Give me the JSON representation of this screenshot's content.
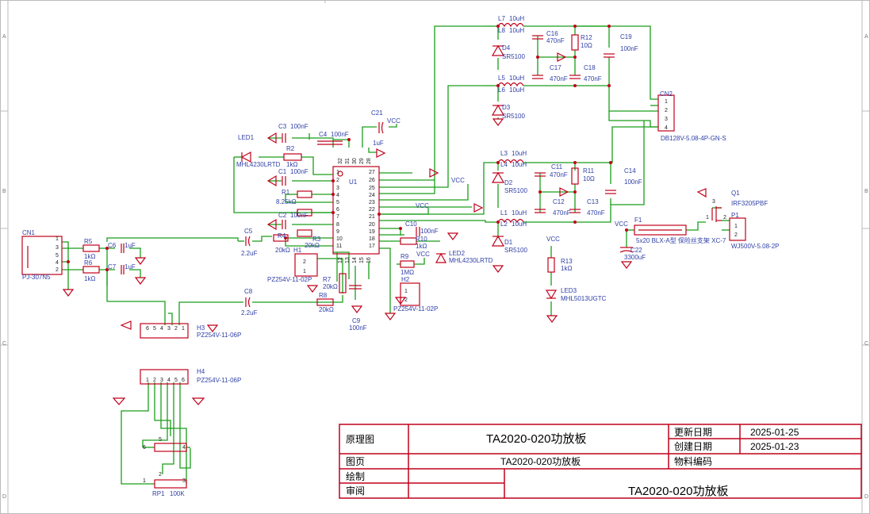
{
  "sheet": {
    "row_markers": [
      "A",
      "B",
      "C",
      "D"
    ],
    "wire_color": "#1a9e1a",
    "part_color": "#c0001a",
    "label_color": "#2f3fa6"
  },
  "title_block": {
    "schematic_label": "原理图",
    "schematic_value": "TA2020-020功放板",
    "update_date_label": "更新日期",
    "update_date_value": "2025-01-25",
    "create_date_label": "创建日期",
    "create_date_value": "2025-01-23",
    "page_label": "图页",
    "page_value": "TA2020-020功放板",
    "material_label": "物料编码",
    "draw_label": "绘制",
    "review_label": "审阅",
    "big_title": "TA2020-020功放板"
  },
  "components": {
    "cn1": {
      "ref": "CN1",
      "value": "PJ-307N5",
      "pins": [
        "1",
        "3",
        "5",
        "4",
        "2"
      ]
    },
    "r5": {
      "ref": "R5",
      "value": "1kΩ"
    },
    "r6": {
      "ref": "R6",
      "value": "1kΩ"
    },
    "c6": {
      "ref": "C6",
      "value": "1uF"
    },
    "c7": {
      "ref": "C7",
      "value": "1uF"
    },
    "c5": {
      "ref": "C5",
      "value": "2.2uF"
    },
    "c8": {
      "ref": "C8",
      "value": "2.2uF"
    },
    "h3": {
      "ref": "H3",
      "value": "PZ254V-11-06P",
      "pins": [
        "6",
        "5",
        "4",
        "3",
        "2",
        "1"
      ]
    },
    "h4": {
      "ref": "H4",
      "value": "PZ254V-11-06P",
      "pins": [
        "1",
        "2",
        "3",
        "4",
        "5",
        "6"
      ]
    },
    "rp1": {
      "ref": "RP1",
      "value": "100K",
      "pins": [
        "5",
        "6",
        "4",
        "1",
        "2",
        "3"
      ]
    },
    "led1": {
      "ref": "LED1",
      "value": "MHL4230LRTD"
    },
    "r2": {
      "ref": "R2",
      "value": "1kΩ"
    },
    "c3": {
      "ref": "C3",
      "value": "100nF"
    },
    "c4": {
      "ref": "C4",
      "value": "100nF"
    },
    "c1": {
      "ref": "C1",
      "value": "100nF"
    },
    "r1": {
      "ref": "R1",
      "value": "8.25kΩ"
    },
    "c2": {
      "ref": "C2",
      "value": "100nF"
    },
    "r4": {
      "ref": "R4",
      "value": "20kΩ"
    },
    "r3": {
      "ref": "R3",
      "value": "20kΩ"
    },
    "h1": {
      "ref": "H1",
      "value": "PZ254V-11-02P",
      "pins": [
        "2",
        "1"
      ]
    },
    "r7": {
      "ref": "R7",
      "value": "20kΩ"
    },
    "r8": {
      "ref": "R8",
      "value": "20kΩ"
    },
    "c9": {
      "ref": "C9",
      "value": "100nF"
    },
    "c21": {
      "ref": "C21",
      "value": "1uF"
    },
    "u1": {
      "ref": "U1",
      "left_pins": [
        "1",
        "2",
        "3",
        "4",
        "5",
        "6",
        "7",
        "8",
        "9",
        "10",
        "11"
      ],
      "right_pins": [
        "27",
        "26",
        "25",
        "24",
        "23",
        "22",
        "21",
        "20",
        "19",
        "18",
        "17"
      ],
      "top_pins": [
        "32",
        "31",
        "30",
        "29",
        "28"
      ],
      "bottom_pins": [
        "12",
        "13",
        "14",
        "15",
        "16"
      ]
    },
    "c10": {
      "ref": "C10",
      "value": "100nF"
    },
    "r10": {
      "ref": "R10",
      "value": "1kΩ"
    },
    "led2": {
      "ref": "LED2",
      "value": "MHL4230LRTD"
    },
    "r9": {
      "ref": "R9",
      "value": "1MΩ"
    },
    "h2": {
      "ref": "H2",
      "value": "PZ254V-11-02P",
      "pins": [
        "1",
        "2"
      ]
    },
    "l7": {
      "ref": "L7",
      "value": "10uH"
    },
    "l8": {
      "ref": "L8",
      "value": "10uH"
    },
    "d4": {
      "ref": "D4",
      "value": "SR5100"
    },
    "c16": {
      "ref": "C16",
      "value": "470nF"
    },
    "r12": {
      "ref": "R12",
      "value": "10Ω"
    },
    "c19": {
      "ref": "C19",
      "value": "100nF"
    },
    "c17": {
      "ref": "C17",
      "value": "470nF"
    },
    "c18": {
      "ref": "C18",
      "value": "470nF"
    },
    "l5": {
      "ref": "L5",
      "value": "10uH"
    },
    "l6": {
      "ref": "L6",
      "value": "10uH"
    },
    "d3": {
      "ref": "D3",
      "value": "SR5100"
    },
    "cn2": {
      "ref": "CN2",
      "value": "DB128V-5.08-4P-GN-S",
      "pins": [
        "1",
        "2",
        "3",
        "4"
      ]
    },
    "l3": {
      "ref": "L3",
      "value": "10uH"
    },
    "l4": {
      "ref": "L4",
      "value": "10uH"
    },
    "d2": {
      "ref": "D2",
      "value": "SR5100"
    },
    "c11": {
      "ref": "C11",
      "value": "470nF"
    },
    "r11": {
      "ref": "R11",
      "value": "10Ω"
    },
    "c14": {
      "ref": "C14",
      "value": "100nF"
    },
    "c12": {
      "ref": "C12",
      "value": "470nF"
    },
    "c13": {
      "ref": "C13",
      "value": "470nF"
    },
    "l1": {
      "ref": "L1",
      "value": "10uH"
    },
    "l2": {
      "ref": "L2",
      "value": "10uH"
    },
    "d1": {
      "ref": "D1",
      "value": "SR5100"
    },
    "r13": {
      "ref": "R13",
      "value": "1kΩ"
    },
    "led3": {
      "ref": "LED3",
      "value": "MHL5013UGTC"
    },
    "q1": {
      "ref": "Q1",
      "value": "IRF3205PBF",
      "pins": [
        "3",
        "1",
        "2"
      ]
    },
    "p1": {
      "ref": "P1",
      "value": "WJ500V-5.08-2P",
      "pins": [
        "1",
        "2"
      ]
    },
    "f1": {
      "ref": "F1",
      "value": "5x20 BLX-A型 保险丝支架 XC-7"
    },
    "c22": {
      "ref": "C22",
      "value": "3300uF"
    }
  },
  "nets": {
    "vcc": "VCC"
  }
}
